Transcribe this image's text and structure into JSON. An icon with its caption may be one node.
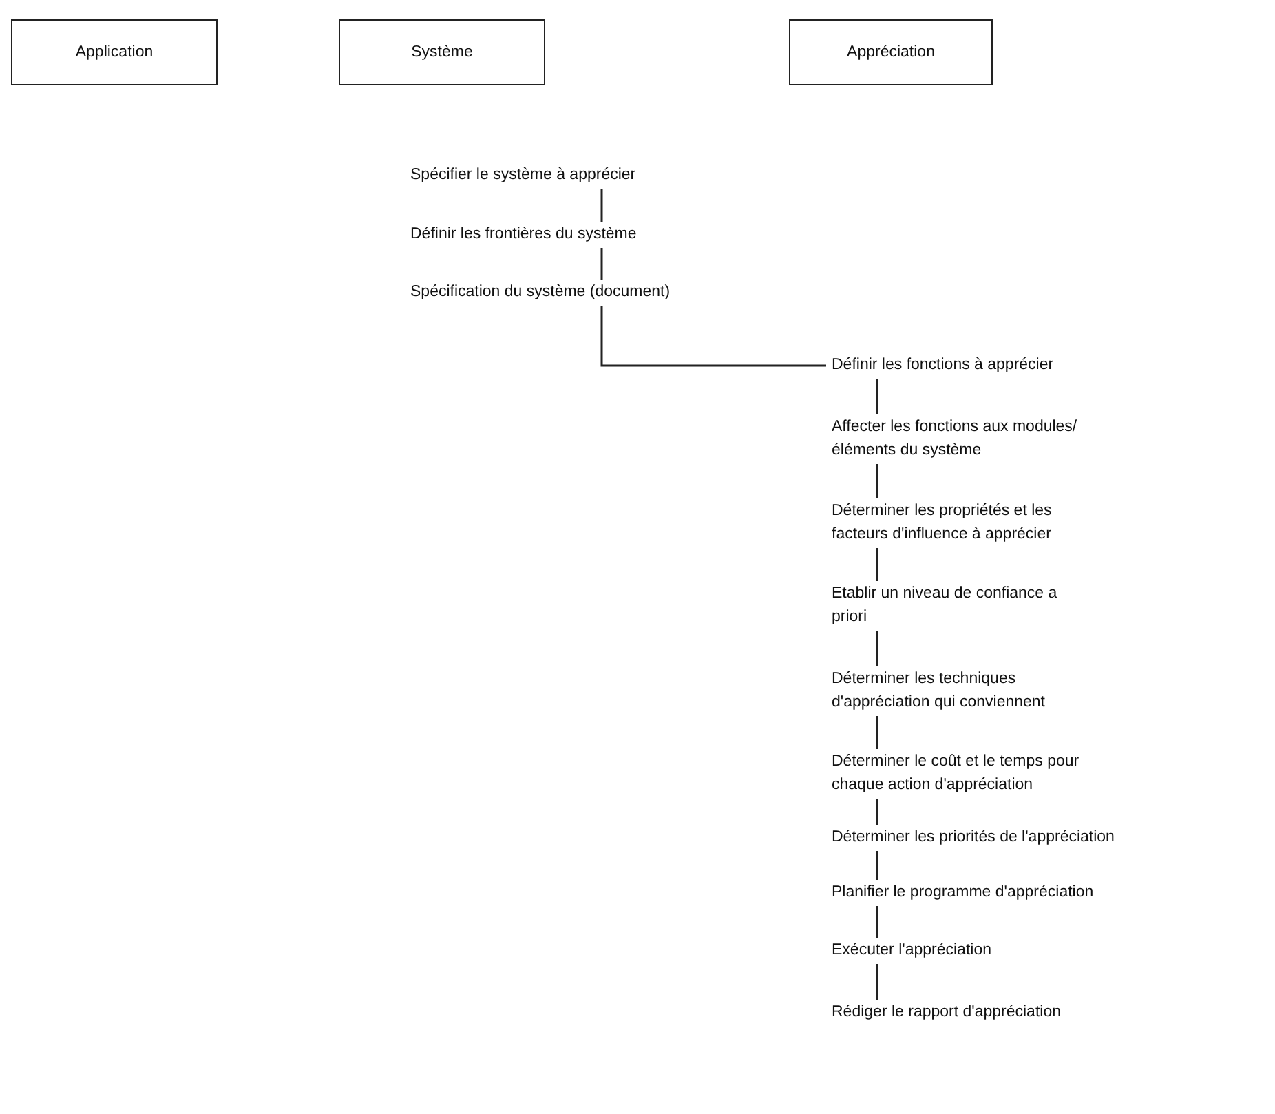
{
  "diagram": {
    "nodes": [
      {
        "text": [
          "Application"
        ]
      },
      {
        "text": [
          "Système"
        ]
      },
      {
        "text": [
          "Appréciation"
        ]
      },
      {
        "text": [
          "Spécifier le système à apprécier"
        ]
      },
      {
        "text": [
          "Définir les frontières du système"
        ]
      },
      {
        "text": [
          "Spécification du système (document)"
        ]
      },
      {
        "text": [
          "Définir les fonctions à apprécier"
        ]
      },
      {
        "text": [
          "Affecter les fonctions aux modules/éléments du système"
        ]
      },
      {
        "text": [
          "Déterminer les propriétés et les facteurs d'influence à apprécier"
        ]
      },
      {
        "text": [
          "Etablir un niveau de confiance a priori"
        ]
      },
      {
        "text": [
          "Déterminer les techniques d'appréciation qui conviennent"
        ]
      },
      {
        "text": [
          "Déterminer le coût et le temps pour chaque action d'appréciation"
        ]
      },
      {
        "text": [
          "Déterminer les priorités de l'appréciation"
        ]
      },
      {
        "text": [
          "Planifier le programme d'appréciation"
        ]
      },
      {
        "text": [
          "Exécuter l'appréciation"
        ]
      },
      {
        "text": [
          "Rédiger le rapport d'appréciation"
        ]
      }
    ],
    "edges": [
      {
        "from": 3,
        "to": 4,
        "arrow": "none"
      },
      {
        "from": 4,
        "to": 5,
        "arrow": "none"
      },
      {
        "from": 5,
        "to": 6,
        "arrow": "none"
      },
      {
        "from": 6,
        "to": 7,
        "arrow": "none"
      },
      {
        "from": 7,
        "to": 8,
        "arrow": "none"
      },
      {
        "from": 8,
        "to": 9,
        "arrow": "none"
      },
      {
        "from": 9,
        "to": 10,
        "arrow": "none"
      },
      {
        "from": 10,
        "to": 11,
        "arrow": "none"
      },
      {
        "from": 11,
        "to": 12,
        "arrow": "none"
      },
      {
        "from": 12,
        "to": 13,
        "arrow": "none"
      },
      {
        "from": 13,
        "to": 14,
        "arrow": "none"
      },
      {
        "from": 14,
        "to": 15,
        "arrow": "none"
      }
    ]
  }
}
